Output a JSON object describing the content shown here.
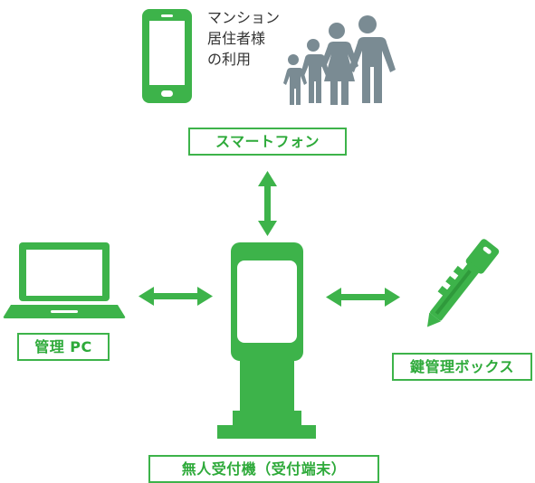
{
  "labels": {
    "smartphone": "スマートフォン",
    "admin_pc": "管理 PC",
    "key_box": "鍵管理ボックス",
    "kiosk": "無人受付機（受付端末）"
  },
  "residents": {
    "line1": "マンション",
    "line2": "居住者様",
    "line3": "の利用"
  },
  "colors": {
    "green": "#3db34a",
    "label_text": "#2eaa3a",
    "family_gray": "#7a8b93"
  }
}
